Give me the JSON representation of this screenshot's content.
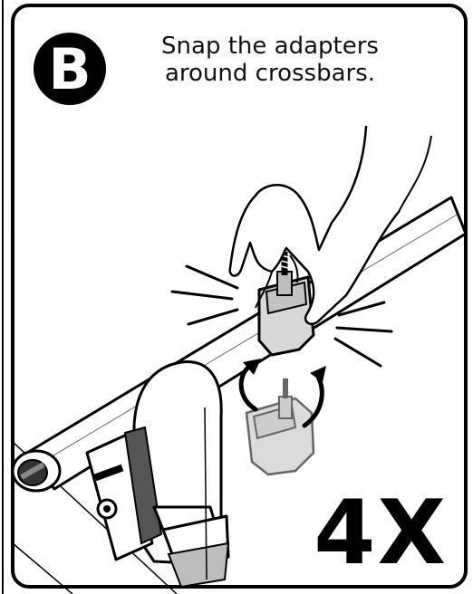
{
  "step": {
    "letter": "B",
    "instruction_line1": "Snap the adapters",
    "instruction_line2": "around crossbars."
  },
  "quantity": {
    "label": "4X"
  },
  "icons": [
    "step-badge",
    "hand-illustration",
    "crossbar-illustration",
    "adapter-clip-illustration",
    "rotate-arrow-icon",
    "snap-motion-lines",
    "rack-tower-illustration"
  ],
  "colors": {
    "ink": "#000000",
    "background": "#ffffff",
    "adapter_fill": "#d8d8d8",
    "adapter_ghost": "#d0d0d0"
  }
}
